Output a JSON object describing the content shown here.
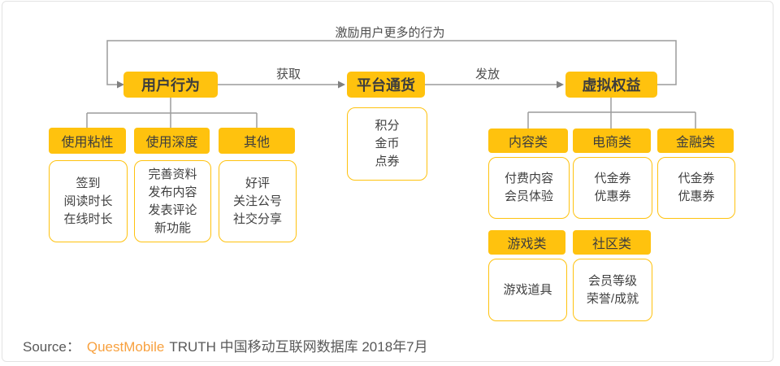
{
  "colors": {
    "node_fill": "#FFC20E",
    "detail_border": "#FFC20E",
    "connector_gray": "#9C9C9C",
    "arrowhead_gray": "#808080",
    "node_text": "#3D3D3D",
    "brand_orange": "#F8A13F",
    "frame_border": "#E3E3E3"
  },
  "feedback_label": "激励用户更多的行为",
  "flow": {
    "nodes": [
      {
        "label": "用户行为"
      },
      {
        "label": "平台通货"
      },
      {
        "label": "虚拟权益"
      }
    ],
    "edges": [
      {
        "label": "获取"
      },
      {
        "label": "发放"
      }
    ]
  },
  "user_behavior": {
    "children": [
      {
        "header": "使用粘性",
        "items": [
          "签到",
          "阅读时长",
          "在线时长"
        ]
      },
      {
        "header": "使用深度",
        "items": [
          "完善资料",
          "发布内容",
          "发表评论",
          "新功能"
        ]
      },
      {
        "header": "其他",
        "items": [
          "好评",
          "关注公号",
          "社交分享"
        ]
      }
    ]
  },
  "platform_currency": {
    "items": [
      "积分",
      "金币",
      "点券"
    ]
  },
  "virtual_rights": {
    "children": [
      {
        "header": "内容类",
        "items": [
          "付费内容",
          "会员体验"
        ]
      },
      {
        "header": "电商类",
        "items": [
          "代金券",
          "优惠券"
        ]
      },
      {
        "header": "金融类",
        "items": [
          "代金券",
          "优惠券"
        ]
      },
      {
        "header": "游戏类",
        "items": [
          "游戏道具"
        ]
      },
      {
        "header": "社区类",
        "items": [
          "会员等级",
          "荣誉/成就"
        ]
      }
    ]
  },
  "source": {
    "prefix": "Source：",
    "brand": "QuestMobile",
    "suffix": "TRUTH 中国移动互联网数据库 2018年7月"
  }
}
